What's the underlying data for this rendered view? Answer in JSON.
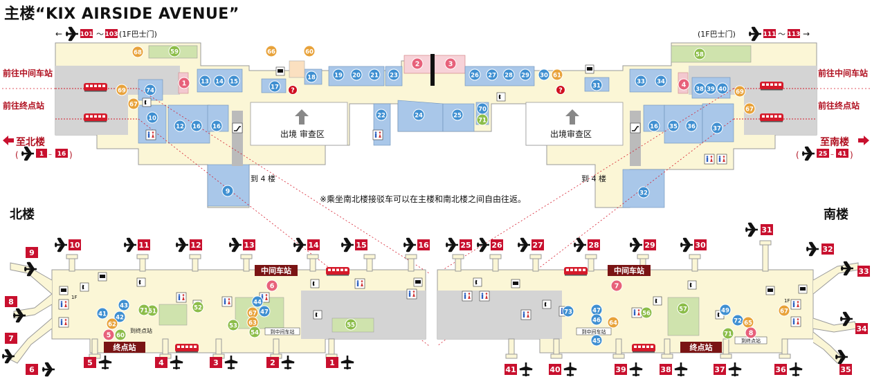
{
  "title": "主楼“KIX AIRSIDE AVENUE”",
  "main": {
    "top_left": {
      "gate_from": "101",
      "tilde": "〜",
      "gate_to": "103",
      "bus_label": "(1F巴士门)"
    },
    "top_right": {
      "bus_label": "(1F巴士门)",
      "gate_from": "111",
      "tilde": "〜",
      "gate_to": "113"
    },
    "left_labels": {
      "mid_station": "前往中间车站",
      "end_station": "前往终点站"
    },
    "right_labels": {
      "mid_station": "前往中间车站",
      "end_station": "前往终点站"
    },
    "to_north": {
      "label": "至北楼",
      "open": "(",
      "gate_from": "1",
      "dash": "–",
      "gate_to": "16",
      "close": ")"
    },
    "to_south": {
      "label": "至南楼",
      "open": "(",
      "gate_from": "25",
      "dash": "–",
      "gate_to": "41",
      "close": ")"
    },
    "immigration": [
      "出境  审查区",
      "出境审查区"
    ],
    "to_4f": [
      "到 4 楼",
      "到 4 楼"
    ],
    "note": "※乘坐南北楼接驳车可以在主楼和南北楼之间自由往返。",
    "pins": {
      "blue": [
        "13",
        "14",
        "15",
        "17",
        "18",
        "19",
        "20",
        "21",
        "23",
        "26",
        "27",
        "28",
        "29",
        "30",
        "31",
        "33",
        "34",
        "38",
        "39",
        "40",
        "74",
        "10",
        "12",
        "16",
        "16",
        "9",
        "24",
        "25",
        "22",
        "70",
        "16",
        "35",
        "36",
        "37",
        "32"
      ],
      "red": [
        "1",
        "2",
        "3",
        "4"
      ],
      "orange": [
        "68",
        "66",
        "60",
        "69",
        "67",
        "61",
        "69",
        "67"
      ],
      "green": [
        "59",
        "58",
        "71"
      ],
      "question": [
        "?",
        "?"
      ]
    }
  },
  "north": {
    "label": "北楼",
    "gates_top": [
      "10",
      "11",
      "12",
      "13",
      "14",
      "15",
      "16"
    ],
    "gates_left": [
      "9",
      "8",
      "7",
      "6"
    ],
    "gates_bottom": [
      "5",
      "4",
      "3",
      "2",
      "1"
    ],
    "mid_station": "中间车站",
    "end_station": "终点站",
    "to_end_station": "到终点站",
    "to_mid_station": "到中间车站",
    "floor": "1F",
    "pins": {
      "blue": [
        "43",
        "41",
        "42",
        "47",
        "44"
      ],
      "orange": [
        "62",
        "67",
        "63"
      ],
      "green": [
        "51",
        "52",
        "53",
        "54",
        "55",
        "60",
        "71"
      ],
      "red": [
        "5",
        "6"
      ]
    }
  },
  "south": {
    "label": "南楼",
    "gates_top": [
      "25",
      "26",
      "27",
      "28",
      "29",
      "30",
      "31",
      "32",
      "33"
    ],
    "gates_right": [
      "34",
      "35"
    ],
    "gates_bottom": [
      "41",
      "40",
      "39",
      "38",
      "37",
      "36"
    ],
    "mid_station": "中间车站",
    "end_station": "终点站",
    "to_end_station": "到终点站",
    "to_mid_station": "到中间车站",
    "floor": "1F",
    "pins": {
      "blue": [
        "73",
        "47",
        "46",
        "45",
        "49",
        "72"
      ],
      "orange": [
        "64",
        "67",
        "65"
      ],
      "green": [
        "56",
        "57",
        "71"
      ],
      "red": [
        "7",
        "8"
      ]
    }
  },
  "colors": {
    "blue": "#3f8fd1",
    "red_pin": "#e7617a",
    "orange": "#e8a23a",
    "green": "#8cbd4a",
    "gate_red": "#c8102e",
    "dark_red": "#8b1a1a",
    "floor": "#fbf6d6",
    "shop": "#a9c7e9",
    "grey": "#cfcfcf",
    "green_area": "#cfe3ad"
  }
}
